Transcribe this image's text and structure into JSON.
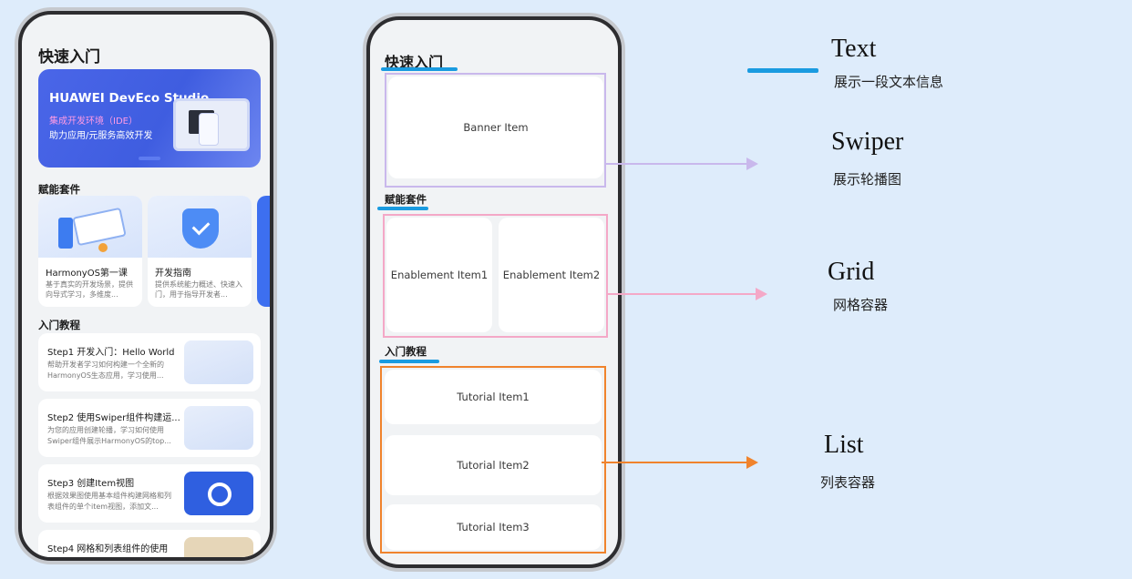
{
  "left_phone": {
    "title": "快速入门",
    "banner": {
      "title": "HUAWEI DevEco Studio",
      "subtitle1": "集成开发环境（IDE）",
      "subtitle2": "助力应用/元服务高效开发"
    },
    "section_kits": "赋能套件",
    "kit_cards": [
      {
        "title": "HarmonyOS第一课",
        "desc": "基于真实的开发场景，提供向导式学习，多维度..."
      },
      {
        "title": "开发指南",
        "desc": "提供系统能力概述、快速入门，用于指导开发者..."
      }
    ],
    "section_tutorials": "入门教程",
    "tutorials": [
      {
        "title": "Step1 开发入门：Hello World",
        "desc": "帮助开发者学习如何构建一个全新的HarmonyOS生态应用，学习使用..."
      },
      {
        "title": "Step2 使用Swiper组件构建运...",
        "desc": "为您的应用创建轮播，学习如何使用Swiper组件展示HarmonyOS的top..."
      },
      {
        "title": "Step3 创建Item视图",
        "desc": "根据效果图使用基本组件构建网格和列表组件的单个item视图，添加文..."
      },
      {
        "title": "Step4 网格和列表组件的使用",
        "desc": ""
      }
    ]
  },
  "right_phone": {
    "title": "快速入门",
    "banner_item": "Banner Item",
    "section_kits": "赋能套件",
    "enablement_items": [
      "Enablement Item1",
      "Enablement Item2"
    ],
    "section_tutorials": "入门教程",
    "tutorial_items": [
      "Tutorial Item1",
      "Tutorial Item2",
      "Tutorial Item3"
    ]
  },
  "legend": [
    {
      "name": "Text",
      "desc": "展示一段文本信息",
      "color": "#1a9be0"
    },
    {
      "name": "Swiper",
      "desc": "展示轮播图",
      "color": "#c9b8ec"
    },
    {
      "name": "Grid",
      "desc": "网格容器",
      "color": "#f4a8c7"
    },
    {
      "name": "List",
      "desc": "列表容器",
      "color": "#f0832c"
    }
  ]
}
